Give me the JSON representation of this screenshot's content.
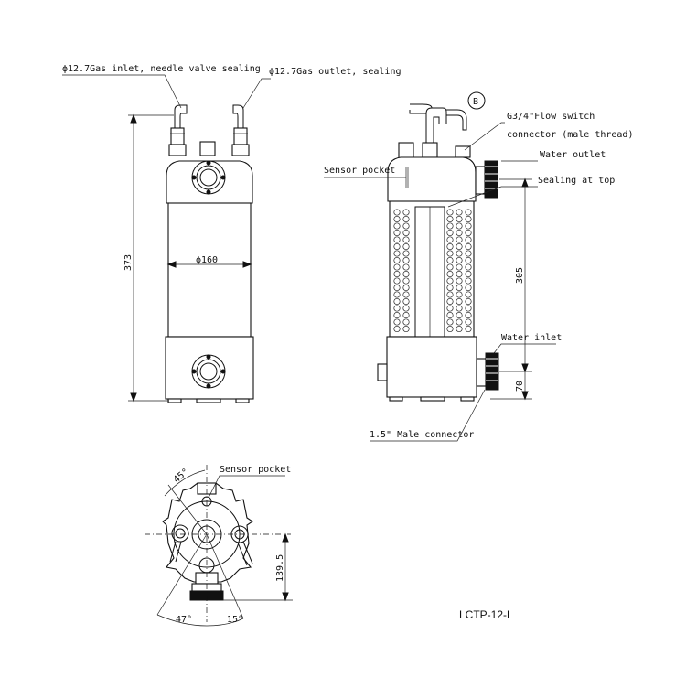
{
  "labels": {
    "gas_inlet": "ϕ12.7Gas inlet, needle valve sealing",
    "gas_outlet": "ϕ12.7Gas outlet, sealing",
    "diameter": "ϕ160",
    "height_total": "373",
    "flow_switch_1": "G3/4\"Flow switch",
    "flow_switch_2": "connector (male thread)",
    "sensor_pocket_side": "Sensor pocket",
    "water_outlet": "Water outlet",
    "sealing_top": "Sealing at top",
    "height_inner": "305",
    "water_inlet": "Water inlet",
    "height_bottom": "70",
    "male_connector": "1.5\" Male connector",
    "sensor_pocket_top": "Sensor pocket",
    "angle_45": "45°",
    "dim_139": "139.5",
    "angle_47": "47°",
    "angle_15": "15°",
    "model": "LCTP-12-L",
    "circle_b": "B"
  }
}
